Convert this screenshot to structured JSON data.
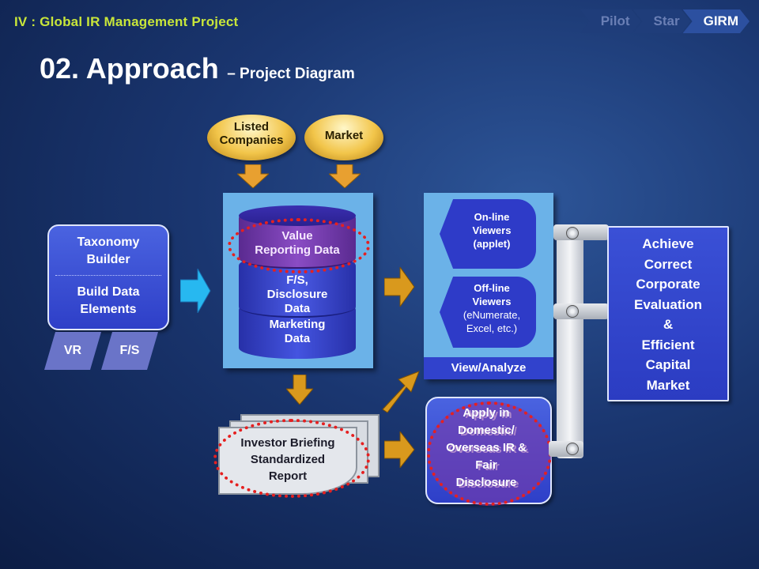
{
  "header": {
    "section": "IV  : Global IR Management Project"
  },
  "breadcrumb": [
    "Pilot",
    "Star",
    "GIRM"
  ],
  "title": {
    "main": "02. Approach",
    "sub": "– Project Diagram"
  },
  "taxonomy": {
    "top": "Taxonomy\nBuilder",
    "bottom": "Build Data\nElements",
    "tag_vr": "VR",
    "tag_fs": "F/S"
  },
  "sources": {
    "listed": "Listed\nCompanies",
    "market": "Market"
  },
  "database": {
    "value": "Value\nReporting Data",
    "fs": "F/S,\nDisclosure\nData",
    "marketing": "Marketing\nData"
  },
  "viewers": {
    "online": "On-line\nViewers\n(applet)",
    "offline_title": "Off-line\nViewers",
    "offline_detail": "(eNumerate,\nExcel, etc.)",
    "footer": "View/Analyze"
  },
  "report": "Investor Briefing\nStandardized\nReport",
  "apply": "Apply in\nDomestic/\nOverseas IR &\nFair\nDisclosure",
  "achieve": "Achieve\nCorrect\nCorporate\nEvaluation\n&\nEfficient\nCapital\nMarket",
  "colors": {
    "accent_yellow": "#c8e63a",
    "box_blue": "#3a4fd8",
    "panel": "#6bb2e8",
    "highlight_red": "#e52020",
    "purple": "#7a3aa8",
    "arrow_gold": "#d9991d"
  }
}
